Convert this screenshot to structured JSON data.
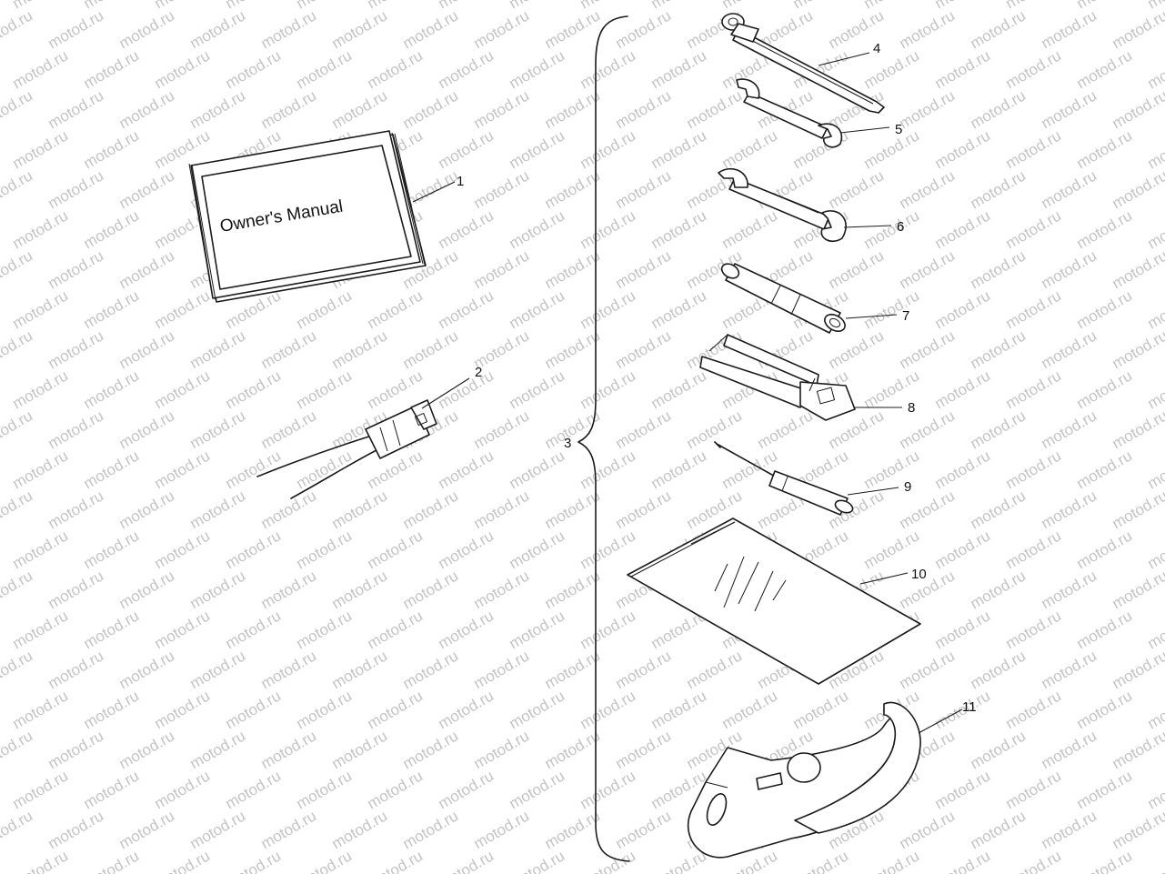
{
  "watermark": {
    "text": "motod.ru"
  },
  "manual": {
    "cover_text": "Owner's Manual"
  },
  "callouts": {
    "c1": "1",
    "c2": "2",
    "c3": "3",
    "c4": "4",
    "c5": "5",
    "c6": "6",
    "c7": "7",
    "c8": "8",
    "c9": "9",
    "c10": "10",
    "c11": "11"
  },
  "colors": {
    "ink": "#1a1a1a",
    "watermark": "#c4c4c4",
    "background": "#ffffff"
  }
}
